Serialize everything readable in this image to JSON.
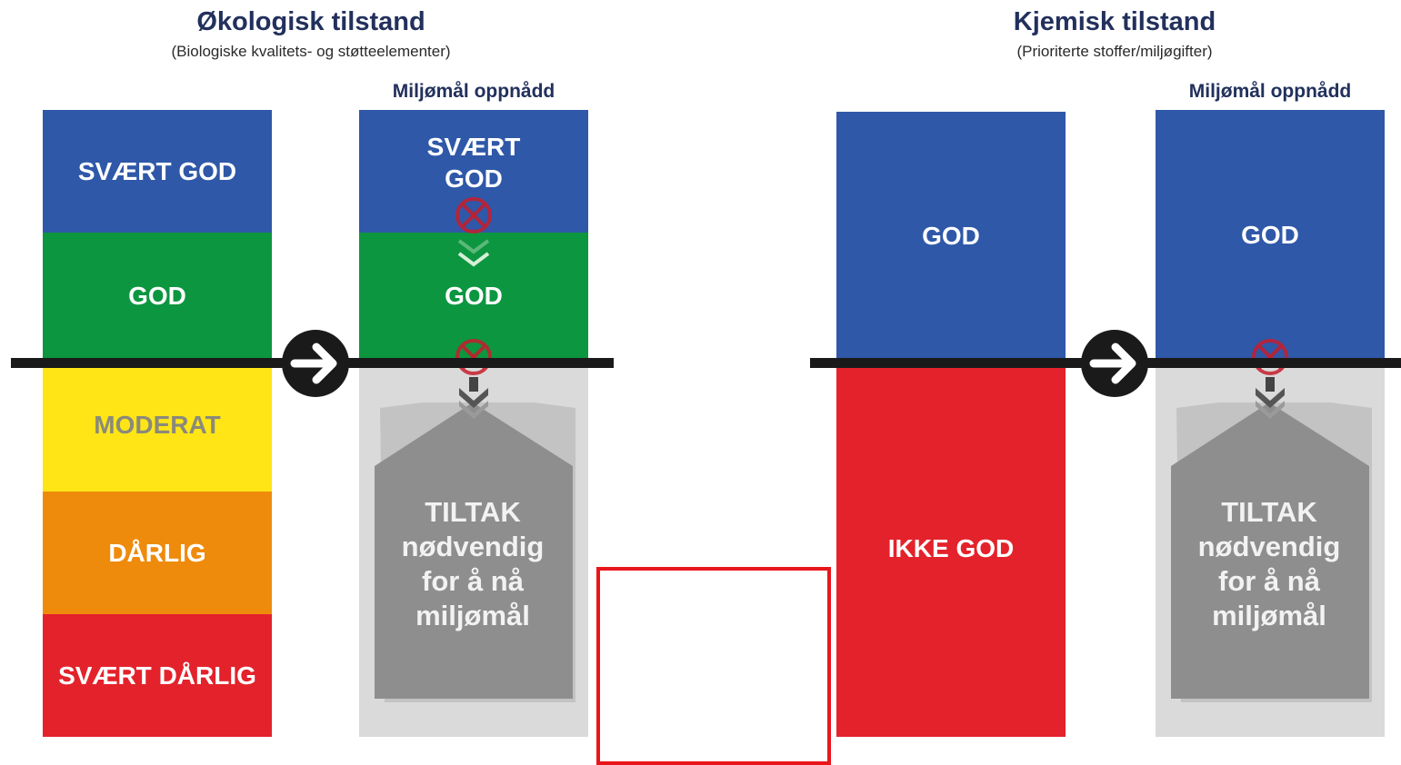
{
  "colors": {
    "title": "#22305c",
    "blue": "#2f58a8",
    "green": "#0c9640",
    "yellow": "#ffe516",
    "orange": "#ef8b0c",
    "red": "#e4222b",
    "gray_panel": "#dadada",
    "gray_house": "#8e8e8e",
    "threshold_line": "#1a1a1a",
    "cross_mark": "#c61d2b",
    "highlight_box": "#e8161b"
  },
  "ecological": {
    "title": "Økologisk tilstand",
    "subtitle": "(Biologiske kvalitets- og støtteelementer)",
    "scale": [
      "SVÆRT GOD",
      "GOD",
      "MODERAT",
      "DÅRLIG",
      "SVÆRT DÅRLIG"
    ],
    "goal_header": "Miljømål oppnådd",
    "goal_bands": [
      "SVÆRT GOD",
      "GOD"
    ],
    "measure": [
      "TILTAK",
      "nødvendig",
      "for å nå",
      "miljømål"
    ]
  },
  "chemical": {
    "title": "Kjemisk tilstand",
    "subtitle": "(Prioriterte stoffer/miljøgifter)",
    "scale": [
      "GOD",
      "IKKE GOD"
    ],
    "goal_header": "Miljømål oppnådd",
    "goal_bands": [
      "GOD"
    ],
    "measure": [
      "TILTAK",
      "nødvendig",
      "for å nå",
      "miljømål"
    ]
  },
  "icons": {
    "threshold_arrow": "right-arrow-circle-icon",
    "cross": "crossed-circle-icon",
    "down_chevrons": "double-chevron-down-icon"
  }
}
